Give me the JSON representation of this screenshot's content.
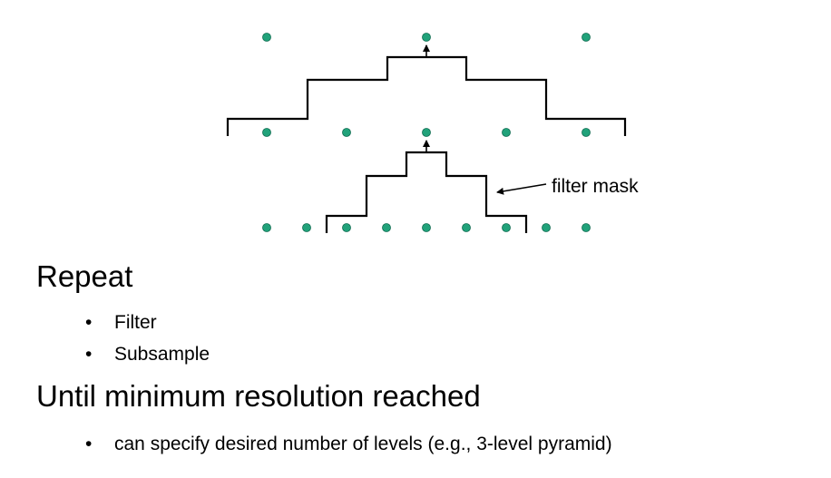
{
  "diagram": {
    "filter_label": "filter mask",
    "dot_color": "#21a27a",
    "line_color": "#000000"
  },
  "repeat": {
    "heading": "Repeat",
    "bullets": [
      "Filter",
      "Subsample"
    ]
  },
  "until": {
    "heading": "Until minimum resolution reached",
    "bullets": [
      "can specify desired number of levels (e.g., 3-level pyramid)"
    ]
  },
  "bullet_symbol": "•"
}
